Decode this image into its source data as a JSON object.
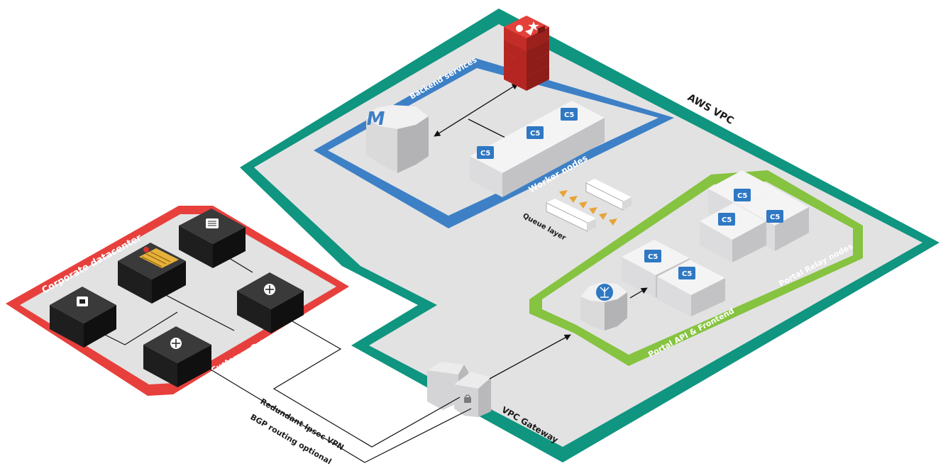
{
  "diagram": {
    "vpc": {
      "label": "AWS VPC",
      "color": "#0f9580",
      "floor": "#e2e2e3"
    },
    "backend": {
      "label": "Backend services",
      "color": "#3d80c6"
    },
    "worker": {
      "label": "Worker nodes",
      "node_label": "C5"
    },
    "queue": {
      "label": "Queue layer"
    },
    "portal": {
      "color": "#86c340",
      "relay_label": "Portal Relay nodes",
      "api_label": "Portal API & Frontend",
      "node_label": "C5"
    },
    "corporate": {
      "label": "Corporate datacenter",
      "gateway_label": "Customer Gateway",
      "color": "#e7403c"
    },
    "vpc_gateway": {
      "label": "VPC Gateway"
    },
    "vpn": {
      "line1": "Redundant Ipsec VPN",
      "line2": "BGP routing optional"
    },
    "master_icon": {
      "letter": "M"
    },
    "colors": {
      "node_badge": "#2f78c4",
      "redis": "#d6322d",
      "queue_arrow": "#e7a437",
      "device": "#1a1a1a"
    }
  }
}
